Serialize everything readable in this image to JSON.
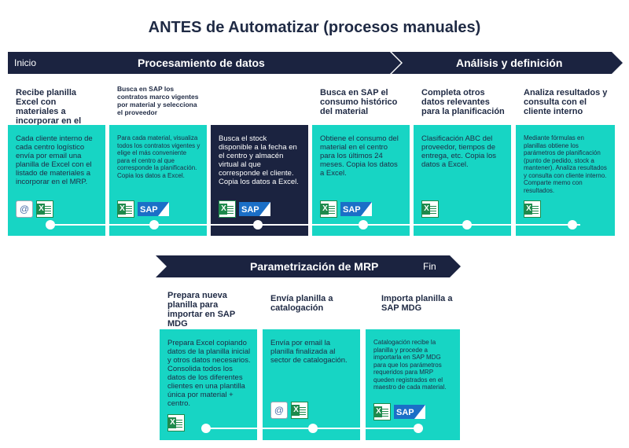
{
  "title": "ANTES de Automatizar (procesos manuales)",
  "colors": {
    "navy": "#1b2340",
    "teal": "#17d5c4",
    "white": "#ffffff",
    "excel": "#1e8a4c",
    "sap": "#1b6fc7"
  },
  "arrows": {
    "top_start": "Inicio",
    "top_main": "Procesamiento de datos",
    "top_right": "Análisis y definición",
    "bottom_main": "Parametrización de MRP",
    "bottom_end": "Fin"
  },
  "cards": [
    {
      "title": "Recibe planilla Excel con materiales a incorporar en el MRP",
      "text": "Cada cliente interno de cada centro logístico envía por email una planilla de Excel con el listado de materiales a incorporar en el MRP.",
      "icons": [
        "mail-icon",
        "excel-icon"
      ]
    },
    {
      "title": "Busca en SAP los contratos marco vigentes por material y selecciona el proveedor",
      "text": "Para cada material, visualiza todos los contratos vigentes y elige el más conveniente para el centro al que corresponde la planificación. Copia los datos a Excel.",
      "icons": [
        "excel-icon",
        "sap-icon"
      ]
    },
    {
      "title": "Busca en SAP el stock existente del material",
      "text": "Busca el stock disponible a la fecha en el centro y almacén virtual al que corresponde el cliente. Copia los datos a Excel.",
      "icons": [
        "excel-icon",
        "sap-icon"
      ]
    },
    {
      "title": "Busca en SAP el consumo histórico del material",
      "text": "Obtiene el consumo del material en el centro para los últimos 24 meses. Copia los datos a Excel.",
      "icons": [
        "excel-icon",
        "sap-icon"
      ]
    },
    {
      "title": "Completa otros datos relevantes para la planificación",
      "text": "Clasificación ABC del proveedor, tiempos de entrega, etc. Copia los datos a Excel.",
      "icons": [
        "excel-icon"
      ]
    },
    {
      "title": "Analiza resultados y consulta con el cliente interno",
      "text": "Mediante fórmulas en planillas obtiene los parámetros de planificación (punto de pedido, stock a mantener). Analiza resultados y consulta con cliente interno. Comparte memo con resultados.",
      "icons": [
        "excel-icon"
      ]
    },
    {
      "title": "Prepara nueva planilla para importar en SAP MDG",
      "text": "Prepara Excel copiando datos de la planilla inicial y otros datos necesarios. Consolida todos los datos de los diferentes clientes en una plantilla única por material + centro.",
      "icons": [
        "excel-icon"
      ]
    },
    {
      "title": "Envía planilla a catalogación",
      "text": "Envía por email la planilla finalizada al sector de catalogación.",
      "icons": [
        "mail-icon",
        "excel-icon"
      ]
    },
    {
      "title": "Importa planilla a SAP MDG",
      "text": "Catalogación recibe la planilla y procede a importarla en SAP MDG para que los parámetros requeridos para MRP queden registrados en el maestro de cada material.",
      "icons": [
        "excel-icon",
        "sap-icon"
      ]
    }
  ]
}
